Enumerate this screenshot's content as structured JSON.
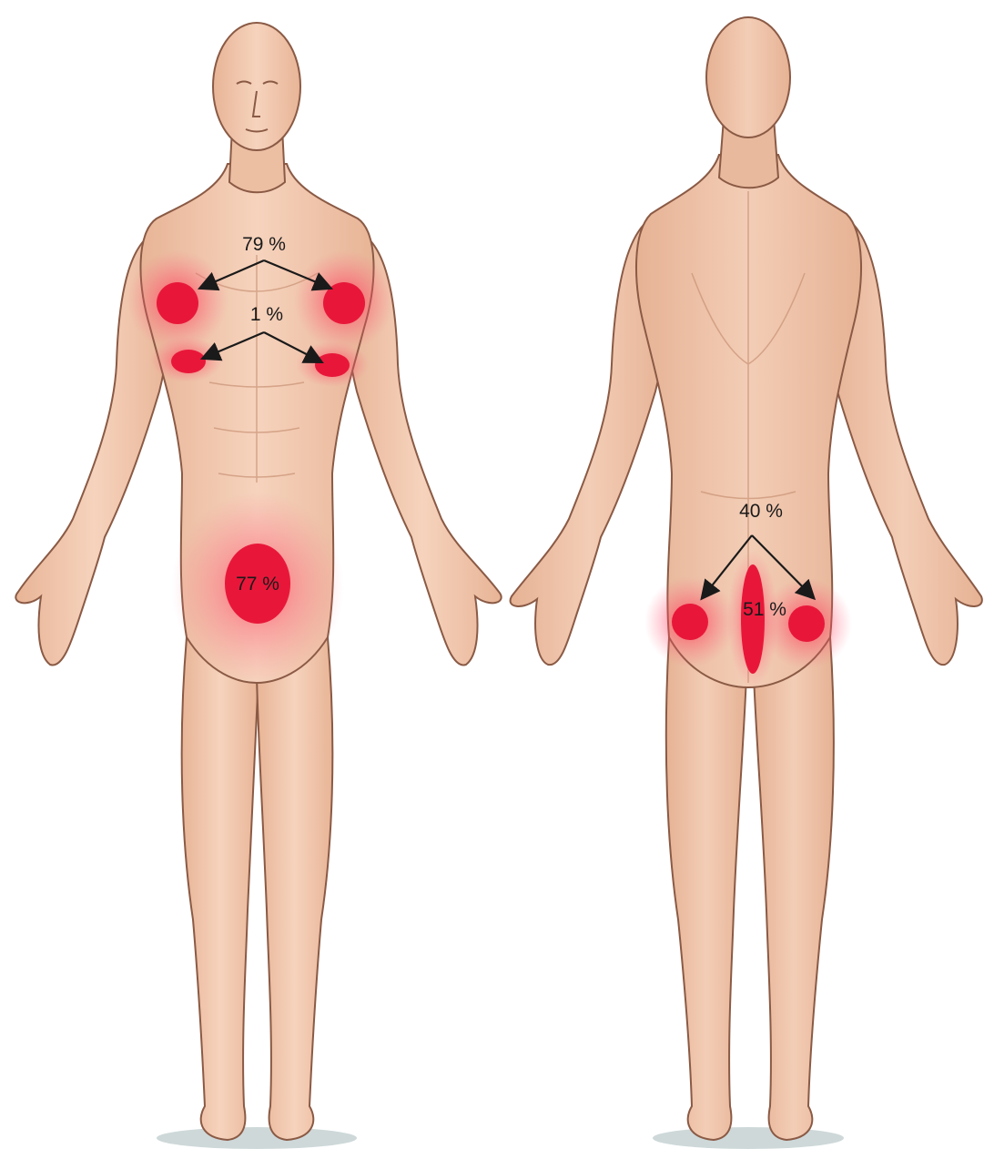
{
  "figure": {
    "views": [
      {
        "view": "front",
        "name": "anterior-body"
      },
      {
        "view": "back",
        "name": "posterior-body"
      }
    ],
    "colors": {
      "skin": "#f2c9ad",
      "skin_shadow": "#d9a587",
      "outline": "#8a5a45",
      "pain": "#e8173a",
      "arrow": "#1a1a1a"
    },
    "pain_areas": [
      {
        "id": "chest",
        "view": "front",
        "label": "79 %",
        "value": 79,
        "bilateral": true
      },
      {
        "id": "armpit",
        "view": "front",
        "label": "1 %",
        "value": 1,
        "bilateral": true
      },
      {
        "id": "groin",
        "view": "front",
        "label": "77 %",
        "value": 77,
        "bilateral": false
      },
      {
        "id": "buttocks",
        "view": "back",
        "label": "40 %",
        "value": 40,
        "bilateral": true
      },
      {
        "id": "sacral",
        "view": "back",
        "label": "51 %",
        "value": 51,
        "bilateral": false
      }
    ]
  }
}
